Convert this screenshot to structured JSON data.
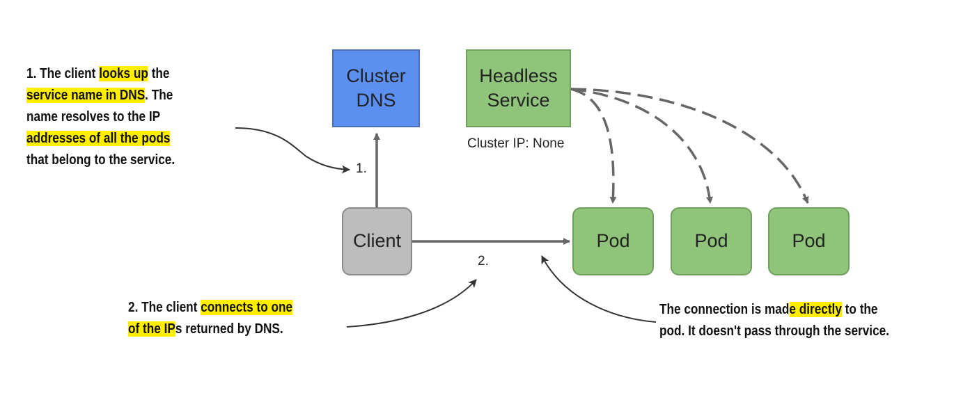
{
  "boxes": {
    "cluster_dns": {
      "line1": "Cluster",
      "line2": "DNS"
    },
    "headless_service": {
      "line1": "Headless",
      "line2": "Service"
    },
    "client": {
      "label": "Client"
    },
    "pods": [
      "Pod",
      "Pod",
      "Pod"
    ]
  },
  "labels": {
    "cluster_ip": "Cluster IP: None",
    "step1": "1.",
    "step2": "2."
  },
  "notes": {
    "dns_lookup": [
      [
        {
          "t": "1. The client ",
          "hl": false
        },
        {
          "t": "looks up",
          "hl": true
        },
        {
          "t": " the",
          "hl": false
        }
      ],
      [
        {
          "t": "service name in DNS",
          "hl": true
        },
        {
          "t": ". The",
          "hl": false
        }
      ],
      [
        {
          "t": "name resolves to the IP",
          "hl": false
        }
      ],
      [
        {
          "t": "addresses of all the pods",
          "hl": true
        }
      ],
      [
        {
          "t": "that belong to the service.",
          "hl": false
        }
      ]
    ],
    "connect": [
      [
        {
          "t": "2. The client ",
          "hl": false
        },
        {
          "t": "connects to one",
          "hl": true
        }
      ],
      [
        {
          "t": "of the IP",
          "hl": true
        },
        {
          "t": "s returned by DNS.",
          "hl": false
        }
      ]
    ],
    "direct": [
      [
        {
          "t": "The connection is mad",
          "hl": false
        },
        {
          "t": "e directly",
          "hl": true
        },
        {
          "t": " to the",
          "hl": false
        }
      ],
      [
        {
          "t": "pod. It doesn't pass through the service.",
          "hl": false
        }
      ]
    ]
  },
  "colors": {
    "highlight": "#ffee00",
    "dns_box": "#5b8ff0",
    "service_box": "#8fc47a",
    "pod_box": "#8fc47a",
    "client_box": "#bdbdbd",
    "arrow": "#666666"
  }
}
